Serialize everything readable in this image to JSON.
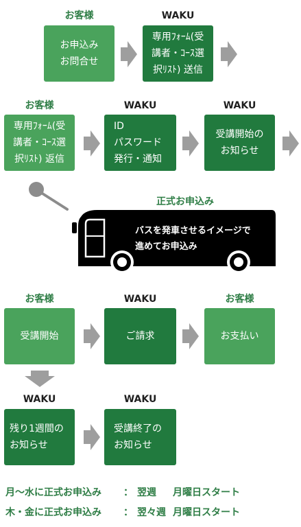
{
  "colors": {
    "light_green": "#4aa35c",
    "dark_green": "#217a3e",
    "arrow_gray": "#9e9e9e",
    "label_green": "#2e7d45"
  },
  "row1": {
    "actor1": "お客様",
    "step1": [
      "お申込み",
      "お問合せ"
    ],
    "actor2": "WAKU",
    "step2": [
      "専用ﾌｫｰﾑ(受",
      "講者・ｺｰｽ選",
      "択ﾘｽﾄ) 送信"
    ]
  },
  "row2": {
    "actor1": "お客様",
    "step1": [
      "専用ﾌｫｰﾑ(受",
      "講者・ｺｰｽ選",
      "択ﾘｽﾄ) 返信"
    ],
    "actor2": "WAKU",
    "step2": [
      "ID",
      "パスワード",
      "発行・通知"
    ],
    "actor3": "WAKU",
    "step3": [
      "受講開始の",
      "お知らせ"
    ]
  },
  "bus": {
    "title": "正式お申込み",
    "line1": "バスを発車させるイメージで",
    "line2": "進めてお申込み"
  },
  "row3": {
    "actor1": "お客様",
    "step1": "受講開始",
    "actor2": "WAKU",
    "step2": "ご請求",
    "actor3": "お客様",
    "step3": "お支払い"
  },
  "row4": {
    "actor1": "WAKU",
    "step1": [
      "残り1週間の",
      "お知らせ"
    ],
    "actor2": "WAKU",
    "step2": [
      "受講終了の",
      "お知らせ"
    ]
  },
  "notes": [
    {
      "days": "月～水に正式お申込み",
      "sep": "：",
      "week": "翌週",
      "start": "月曜日スタート"
    },
    {
      "days": "木・金に正式お申込み",
      "sep": "：",
      "week": "翌々週",
      "start": "月曜日スタート"
    }
  ]
}
